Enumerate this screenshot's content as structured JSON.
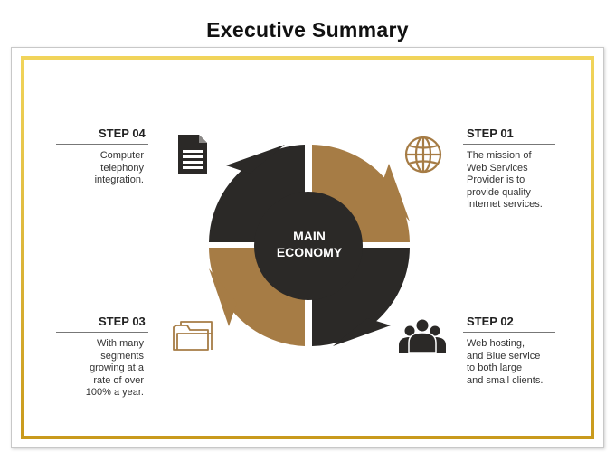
{
  "title": "Executive Summary",
  "center": {
    "line1": "MAIN",
    "line2": "ECONOMY"
  },
  "colors": {
    "dark": "#2b2927",
    "gold": "#a67c45",
    "frame_top": "#f1d45a",
    "frame_bottom": "#c99a1c"
  },
  "steps": [
    {
      "label": "STEP 01",
      "icon": "globe-icon",
      "lines": [
        "The mission of",
        "Web Services",
        "Provider is to",
        "provide quality",
        "Internet services."
      ]
    },
    {
      "label": "STEP 02",
      "icon": "people-icon",
      "lines": [
        "Web hosting,",
        "and Blue service",
        "to both large",
        "and small clients."
      ]
    },
    {
      "label": "STEP 03",
      "icon": "folder-icon",
      "lines": [
        "With many",
        "segments",
        "growing at a",
        "rate of over",
        "100% a year."
      ]
    },
    {
      "label": "STEP 04",
      "icon": "document-icon",
      "lines": [
        "Computer",
        "telephony",
        "integration."
      ]
    }
  ]
}
